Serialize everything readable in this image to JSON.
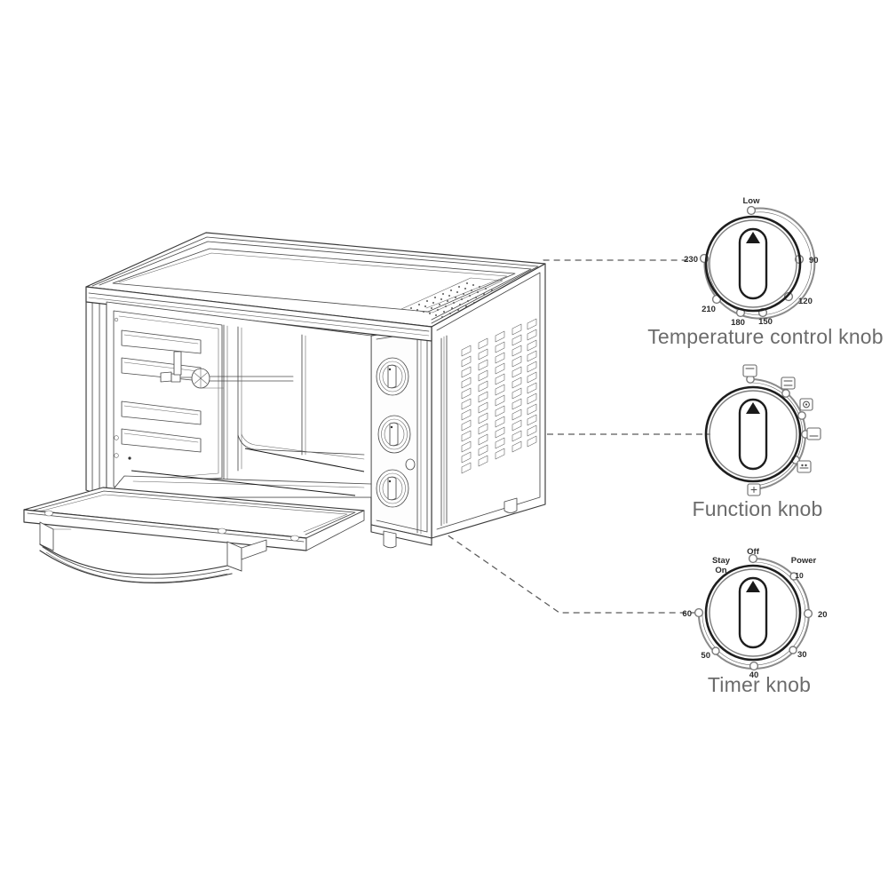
{
  "diagram": {
    "title": "Electric oven control knobs exploded callout diagram",
    "background_color": "#ffffff",
    "line_color": "#3a3a3a",
    "caption_color": "#6b6b6b"
  },
  "appliance": {
    "name": "countertop electric oven",
    "description": "Isometric line drawing of a countertop electric oven with the door open downward, showing interior rack guides, rotisserie spit, tubular heating elements, side ventilation slots and a three-knob control panel on the right front face.",
    "parts": {
      "door": "drop-down oven door",
      "handle": "curved door handle",
      "cavity": "oven cavity with rack guide rails",
      "rotisserie": "rotisserie spit and fork assembly",
      "heating_elements": "lower tubular heating elements",
      "top_vent": "perforated top vent panel",
      "side_vent": "side ventilation slot grid",
      "feet": "support feet",
      "indicator_light": "power indicator light"
    },
    "control_panel": {
      "knob_count": 3,
      "knobs": [
        {
          "position": "top",
          "name": "temperature-control-knob"
        },
        {
          "position": "middle",
          "name": "function-knob"
        },
        {
          "position": "bottom",
          "name": "timer-knob"
        }
      ]
    }
  },
  "callouts": [
    {
      "id": "temperature",
      "caption": "Temperature control knob",
      "knob_type": "temperature",
      "pointer_angle_deg": 0,
      "scale": [
        {
          "label": "Low",
          "angle_deg": 0,
          "label_pos": "top"
        },
        {
          "label": "90",
          "angle_deg": 60,
          "label_pos": "right"
        },
        {
          "label": "120",
          "angle_deg": 105,
          "label_pos": "right"
        },
        {
          "label": "150",
          "angle_deg": 140,
          "label_pos": "bottom"
        },
        {
          "label": "180",
          "angle_deg": 180,
          "label_pos": "bottom"
        },
        {
          "label": "210",
          "angle_deg": 220,
          "label_pos": "bottom"
        },
        {
          "label": "230",
          "angle_deg": 290,
          "label_pos": "left"
        }
      ]
    },
    {
      "id": "function",
      "caption": "Function knob",
      "knob_type": "function",
      "pointer_angle_deg": 0,
      "scale": [
        {
          "label": "",
          "icon": "top-heat-icon",
          "angle_deg": 10
        },
        {
          "label": "",
          "icon": "top-bottom-heat-icon",
          "angle_deg": 45
        },
        {
          "label": "",
          "icon": "fan-heat-icon",
          "angle_deg": 75
        },
        {
          "label": "",
          "icon": "bottom-heat-icon",
          "angle_deg": 105
        },
        {
          "label": "",
          "icon": "rotisserie-icon",
          "angle_deg": 140
        },
        {
          "label": "",
          "icon": "light-icon",
          "angle_deg": 172
        }
      ]
    },
    {
      "id": "timer",
      "caption": "Timer knob",
      "knob_type": "timer",
      "pointer_angle_deg": 0,
      "scale": [
        {
          "label": "Off",
          "angle_deg": 0,
          "label_pos": "top"
        },
        {
          "label": "Power",
          "angle_deg": 28,
          "label_pos": "top-right"
        },
        {
          "label": "10",
          "angle_deg": 45,
          "label_pos": "right"
        },
        {
          "label": "20",
          "angle_deg": 90,
          "label_pos": "right"
        },
        {
          "label": "30",
          "angle_deg": 135,
          "label_pos": "bottom-right"
        },
        {
          "label": "40",
          "angle_deg": 180,
          "label_pos": "bottom"
        },
        {
          "label": "50",
          "angle_deg": 225,
          "label_pos": "bottom-left"
        },
        {
          "label": "60",
          "angle_deg": 270,
          "label_pos": "left"
        },
        {
          "label": "Stay On",
          "angle_deg": 330,
          "label_pos": "top-left"
        }
      ]
    }
  ],
  "labels": {
    "temperature_caption": "Temperature control knob",
    "function_caption": "Function knob",
    "timer_caption": "Timer knob",
    "temp_low": "Low",
    "temp_90": "90",
    "temp_120": "120",
    "temp_150": "150",
    "temp_180": "180",
    "temp_210": "210",
    "temp_230": "230",
    "timer_off": "Off",
    "timer_power": "Power",
    "timer_stay": "Stay",
    "timer_on": "On",
    "timer_10": "10",
    "timer_20": "20",
    "timer_30": "30",
    "timer_40": "40",
    "timer_50": "50",
    "timer_60": "60"
  }
}
